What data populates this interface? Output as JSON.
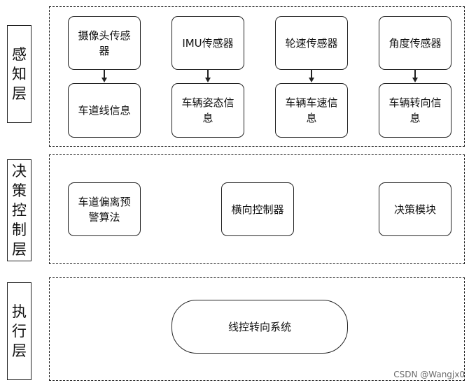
{
  "layers": {
    "perception": {
      "label": "感知层",
      "sensors": [
        "摄像头传感器",
        "IMU传感器",
        "轮速传感器",
        "角度传感器"
      ],
      "signals": [
        "车道线信息",
        "车辆姿态信息",
        "车辆车速信息",
        "车辆转向信息"
      ]
    },
    "decision": {
      "label": "决策控制层",
      "modules": [
        "车道偏离预警算法",
        "横向控制器",
        "决策模块"
      ]
    },
    "execution": {
      "label": "执行层",
      "system": "线控转向系统"
    }
  },
  "watermark": "CSDN @Wangjx0"
}
